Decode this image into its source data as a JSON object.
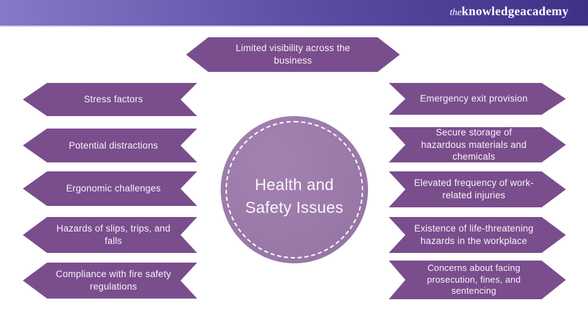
{
  "header": {
    "logo_prefix": "the",
    "logo_text": "knowledgeacademy"
  },
  "diagram": {
    "center_title": "Health and Safety Issues",
    "top_item": "Limited visibility across the business",
    "left_items": [
      "Stress factors",
      "Potential distractions",
      "Ergonomic challenges",
      "Hazards of slips, trips, and falls",
      "Compliance with fire safety regulations"
    ],
    "right_items": [
      "Emergency exit provision",
      "Secure storage of hazardous materials and chemicals",
      "Elevated frequency of work-related injuries",
      "Existence of life-threatening hazards in the workplace",
      "Concerns about facing prosecution, fines, and sentencing"
    ]
  },
  "colors": {
    "arrow_fill": "#7a4d8d",
    "circle_fill": "#9c79ab",
    "header_gradient_left": "#8679c8",
    "header_gradient_right": "#3e3187",
    "header_divider": "#d5cdea",
    "text_on_purple": "#f8f4f8"
  }
}
